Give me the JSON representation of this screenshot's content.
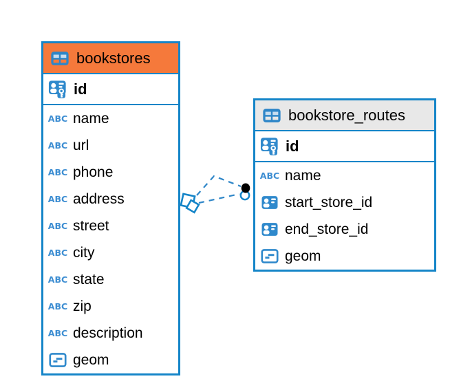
{
  "colors": {
    "accent_blue": "#1585c8",
    "icon_blue": "#2f89cc",
    "icon_cell_light": "#c7ddf0",
    "bookstores_header": "#f5793b",
    "routes_header": "#e8e8e8",
    "relationship_line": "#2e86c8",
    "text": "#000000"
  },
  "icons": {
    "abc_label": "ABC",
    "table": "table-icon",
    "primary_key": "id-card-key-icon",
    "reference": "id-card-icon",
    "object": "object-icon"
  },
  "tables": [
    {
      "name": "bookstores",
      "header_style": "orange",
      "primary_key": {
        "name": "id"
      },
      "columns": [
        {
          "name": "name",
          "icon": "abc-icon"
        },
        {
          "name": "url",
          "icon": "abc-icon"
        },
        {
          "name": "phone",
          "icon": "abc-icon"
        },
        {
          "name": "address",
          "icon": "abc-icon"
        },
        {
          "name": "street",
          "icon": "abc-icon"
        },
        {
          "name": "city",
          "icon": "abc-icon"
        },
        {
          "name": "state",
          "icon": "abc-icon"
        },
        {
          "name": "zip",
          "icon": "abc-icon"
        },
        {
          "name": "description",
          "icon": "abc-icon"
        },
        {
          "name": "geom",
          "icon": "object-icon"
        }
      ]
    },
    {
      "name": "bookstore_routes",
      "header_style": "gray",
      "primary_key": {
        "name": "id"
      },
      "columns": [
        {
          "name": "name",
          "icon": "abc-icon"
        },
        {
          "name": "start_store_id",
          "icon": "id-card-icon"
        },
        {
          "name": "end_store_id",
          "icon": "id-card-icon"
        },
        {
          "name": "geom",
          "icon": "object-icon"
        }
      ]
    }
  ],
  "relationships": [
    {
      "between": [
        "bookstores",
        "bookstore_routes"
      ],
      "style": "dashed",
      "source_marker": "diamond",
      "target_marker": "dot"
    },
    {
      "between": [
        "bookstores",
        "bookstore_routes"
      ],
      "style": "dashed",
      "source_marker": "diamond",
      "target_marker": "dot"
    }
  ]
}
